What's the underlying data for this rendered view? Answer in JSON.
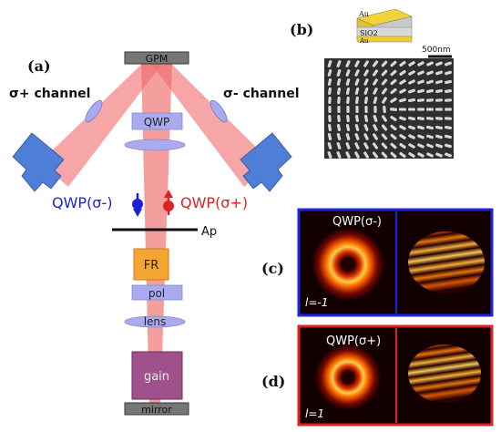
{
  "panels": {
    "a": "(a)",
    "b": "(b)",
    "c": "(c)",
    "d": "(d)"
  },
  "setup": {
    "gpm": "GPM",
    "channel_plus": "σ+ channel",
    "channel_minus": "σ- channel",
    "qwp": "QWP",
    "qwp_minus": "QWP(σ-)",
    "qwp_plus": "QWP(σ+)",
    "ap": "Ap",
    "fr": "FR",
    "pol": "pol",
    "lens": "lens",
    "gain": "gain",
    "mirror": "mirror"
  },
  "inset": {
    "layer_au_top": "Au",
    "layer_sio2": "SiO2",
    "layer_au_bottom": "Au",
    "scale_bar": "500nm"
  },
  "mode_c": {
    "label": "QWP(σ-)",
    "l": "l=-1"
  },
  "mode_d": {
    "label": "QWP(σ+)",
    "l": "l=1"
  },
  "colors": {
    "beam": "#f06a6a",
    "component": "#aaaaee",
    "camera": "#4f7ed6",
    "fr": "#f5a531",
    "gain": "#a0508a",
    "minus_frame": "#2222dd",
    "plus_frame": "#dd2222"
  }
}
